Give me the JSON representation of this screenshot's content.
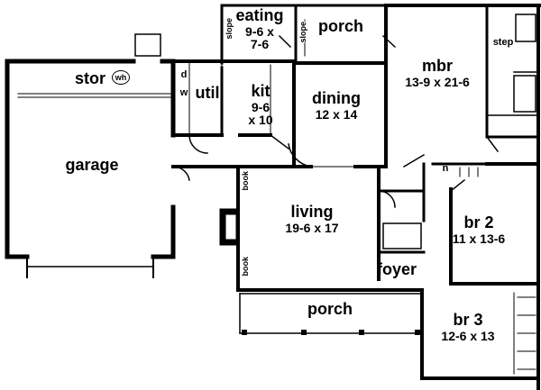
{
  "rooms": {
    "eating": {
      "name": "eating",
      "dims": [
        "9-6 x",
        "7-6"
      ]
    },
    "porch_top": {
      "name": "porch"
    },
    "stor": {
      "name": "stor",
      "wh": "wh"
    },
    "util": {
      "name": "util"
    },
    "kit": {
      "name": "kit",
      "dims": [
        "9-6",
        "x 10"
      ]
    },
    "dining": {
      "name": "dining",
      "dims": [
        "12 x 14"
      ]
    },
    "mbr": {
      "name": "mbr",
      "dims": [
        "13-9 x 21-6"
      ]
    },
    "step": {
      "name": "step"
    },
    "garage": {
      "name": "garage"
    },
    "living": {
      "name": "living",
      "dims": [
        "19-6 x 17"
      ]
    },
    "br2": {
      "name": "br 2",
      "dims": [
        "11 x 13-6"
      ]
    },
    "foyer": {
      "name": "foyer"
    },
    "porch_bottom": {
      "name": "porch"
    },
    "br3": {
      "name": "br 3",
      "dims": [
        "12-6 x 13"
      ]
    }
  },
  "markers": {
    "slope_1": "slope",
    "slope_2": "slope",
    "book_1": "book",
    "book_2": "book",
    "n": "n",
    "d": "d",
    "w": "w"
  },
  "colors": {
    "wall": "#000000",
    "background": "#ffffff"
  }
}
